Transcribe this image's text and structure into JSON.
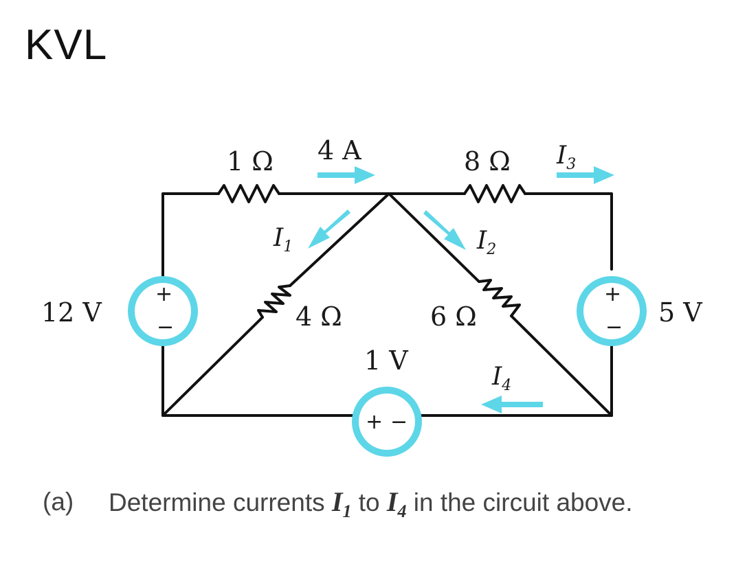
{
  "page": {
    "title": "KVL"
  },
  "circuit": {
    "resistor_1": "1 Ω",
    "resistor_8": "8 Ω",
    "resistor_4": "4 Ω",
    "resistor_6": "6 Ω",
    "source_4A": "4 A",
    "source_12V": "12 V",
    "source_5V": "5 V",
    "source_1V": "1 V",
    "current_I1": "I",
    "current_I1_sub": "1",
    "current_I2": "I",
    "current_I2_sub": "2",
    "current_I3": "I",
    "current_I3_sub": "3",
    "current_I4": "I",
    "current_I4_sub": "4",
    "plus": "+",
    "minus": "−",
    "accent_color": "#5dd6e8"
  },
  "question": {
    "label": "(a)",
    "text_1": "Determine currents",
    "var_a": "I",
    "var_a_sub": "1",
    "text_2": "to",
    "var_b": "I",
    "var_b_sub": "4",
    "text_3": "in the circuit above."
  }
}
